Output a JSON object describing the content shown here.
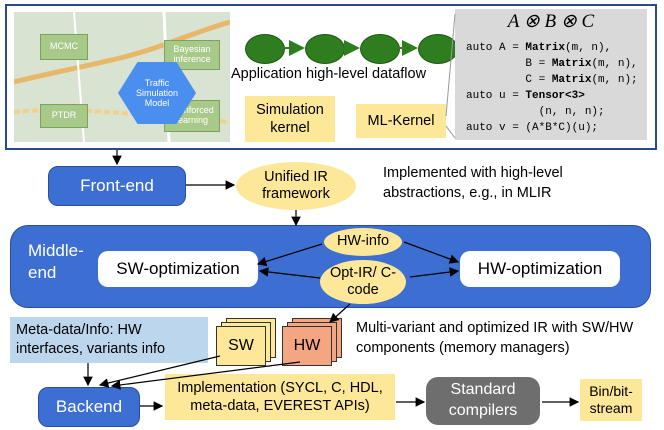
{
  "map": {
    "labels": {
      "mcmc": "MCMC",
      "bayesian": "Bayesian inference",
      "ptdr": "PTDR",
      "reinforced": "Reinforced learning",
      "traffic": "Traffic Simulation Model"
    }
  },
  "dataflow_label": "Application high-level dataflow",
  "simulation_kernel": "Simulation kernel",
  "ml_kernel": "ML-Kernel",
  "code": {
    "formula": "A ⊗ B ⊗ C",
    "lines": [
      "auto A = Matrix(m, n),",
      "     B = Matrix(m, n),",
      "     C = Matrix(m, n);",
      "auto u = Tensor<3>",
      "     (n, n, n);",
      "auto v = (A*B*C)(u);"
    ]
  },
  "frontend": "Front-end",
  "unified_ir": "Unified IR framework",
  "implemented_note": "Implemented with high-level abstractions, e.g., in MLIR",
  "middle_end": "Middle-end",
  "sw_opt": "SW-optimization",
  "hw_info": "HW-info",
  "opt_ir": "Opt-IR/ C-code",
  "hw_opt": "HW-optimization",
  "meta_data": "Meta-data/Info: HW interfaces, variants info",
  "sw_label": "SW",
  "hw_label": "HW",
  "multi_variant": "Multi-variant and optimized IR with SW/HW components (memory managers)",
  "backend": "Backend",
  "implementation": "Implementation (SYCL, C, HDL, meta-data, EVEREST APIs)",
  "standard_compilers": "Standard compilers",
  "bitstream": "Bin/bit-stream",
  "colors": {
    "frame": "#2a4a8e",
    "blue": "#3c6fd1",
    "yellow": "#fde89a",
    "light_blue": "#bcd6ee",
    "gray": "#6e6e6e",
    "green": "#2e7d1e",
    "hw_orange": "#f4a582"
  }
}
